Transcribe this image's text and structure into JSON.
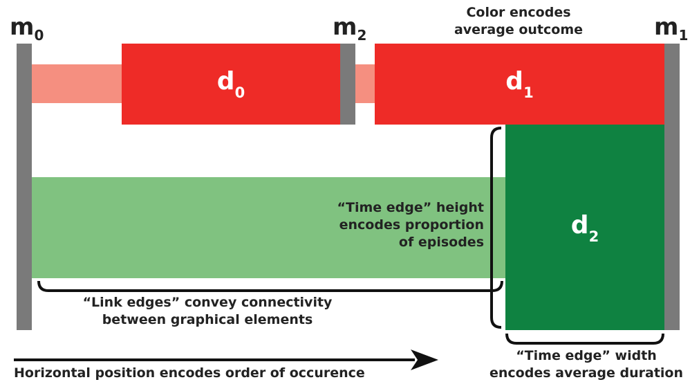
{
  "markers": [
    {
      "id": "m0",
      "base": "m",
      "sub": "0"
    },
    {
      "id": "m2",
      "base": "m",
      "sub": "2"
    },
    {
      "id": "m1",
      "base": "m",
      "sub": "1"
    }
  ],
  "nodes": [
    {
      "id": "d0",
      "base": "d",
      "sub": "0"
    },
    {
      "id": "d1",
      "base": "d",
      "sub": "1"
    },
    {
      "id": "d2",
      "base": "d",
      "sub": "2"
    }
  ],
  "annotations": {
    "color": [
      "Color encodes",
      "average outcome"
    ],
    "time_edge_height": [
      "“Time edge” height",
      "encodes proportion",
      "of episodes"
    ],
    "link_edges": [
      "“Link edges” convey connectivity",
      "between graphical elements"
    ],
    "time_edge_width": [
      "“Time edge” width",
      "encodes average duration"
    ],
    "horizontal": "Horizontal position encodes order of occurence"
  },
  "colors": {
    "marker_bar": "#7a7a7a",
    "red_node": "#ee2b27",
    "red_link": "#f58f80",
    "green_node": "#0f8241",
    "green_link": "#80c280",
    "text": "#222222"
  }
}
